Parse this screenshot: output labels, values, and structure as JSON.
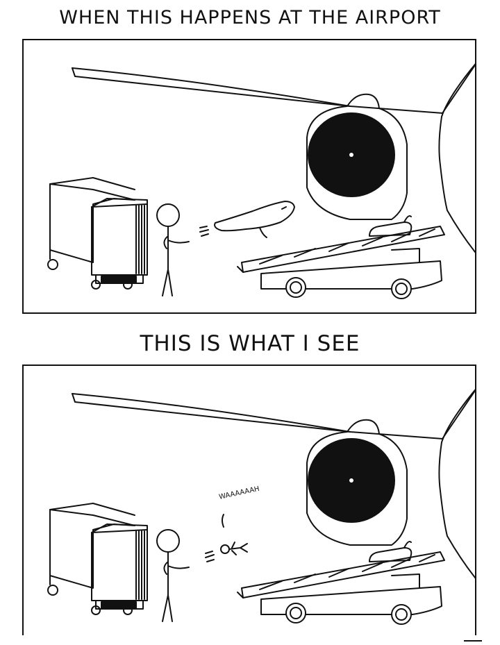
{
  "comic": {
    "top_caption": "WHEN THIS HAPPENS AT THE AIRPORT",
    "middle_caption": "THIS IS WHAT I SEE",
    "scream_text": "WAAAAAAH",
    "ink_color": "#111111",
    "background_color": "#ffffff"
  }
}
